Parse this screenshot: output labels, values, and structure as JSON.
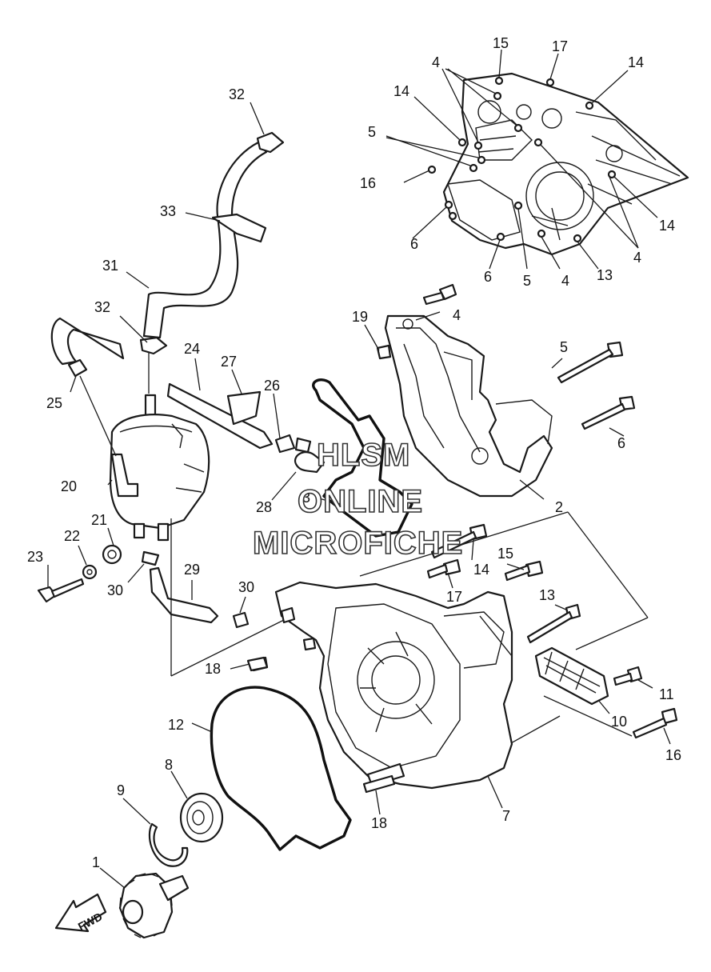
{
  "watermark": {
    "line1": "HLSM",
    "line2": "ONLINE",
    "line3": "MICROFICHE"
  },
  "direction_marker": "FWD",
  "callouts": [
    {
      "id": "c15a",
      "label": "15"
    },
    {
      "id": "c17a",
      "label": "17"
    },
    {
      "id": "c4a",
      "label": "4"
    },
    {
      "id": "c14a",
      "label": "14"
    },
    {
      "id": "c14b",
      "label": "14"
    },
    {
      "id": "c5a",
      "label": "5"
    },
    {
      "id": "c16a",
      "label": "16"
    },
    {
      "id": "c14c",
      "label": "14"
    },
    {
      "id": "c6a",
      "label": "6"
    },
    {
      "id": "c6b",
      "label": "6"
    },
    {
      "id": "c5b",
      "label": "5"
    },
    {
      "id": "c4b",
      "label": "4"
    },
    {
      "id": "c13a",
      "label": "13"
    },
    {
      "id": "c4c",
      "label": "4"
    },
    {
      "id": "c32a",
      "label": "32"
    },
    {
      "id": "c33",
      "label": "33"
    },
    {
      "id": "c31",
      "label": "31"
    },
    {
      "id": "c32b",
      "label": "32"
    },
    {
      "id": "c24",
      "label": "24"
    },
    {
      "id": "c27",
      "label": "27"
    },
    {
      "id": "c25",
      "label": "25"
    },
    {
      "id": "c26",
      "label": "26"
    },
    {
      "id": "c19",
      "label": "19"
    },
    {
      "id": "c4d",
      "label": "4"
    },
    {
      "id": "c5c",
      "label": "5"
    },
    {
      "id": "c6c",
      "label": "6"
    },
    {
      "id": "c20",
      "label": "20"
    },
    {
      "id": "c28",
      "label": "28"
    },
    {
      "id": "c3",
      "label": "3"
    },
    {
      "id": "c2",
      "label": "2"
    },
    {
      "id": "c21",
      "label": "21"
    },
    {
      "id": "c22",
      "label": "22"
    },
    {
      "id": "c23",
      "label": "23"
    },
    {
      "id": "c30a",
      "label": "30"
    },
    {
      "id": "c29",
      "label": "29"
    },
    {
      "id": "c30b",
      "label": "30"
    },
    {
      "id": "c14d",
      "label": "14"
    },
    {
      "id": "c15b",
      "label": "15"
    },
    {
      "id": "c17b",
      "label": "17"
    },
    {
      "id": "c13b",
      "label": "13"
    },
    {
      "id": "c18a",
      "label": "18"
    },
    {
      "id": "c11",
      "label": "11"
    },
    {
      "id": "c10",
      "label": "10"
    },
    {
      "id": "c16b",
      "label": "16"
    },
    {
      "id": "c12",
      "label": "12"
    },
    {
      "id": "c8",
      "label": "8"
    },
    {
      "id": "c9",
      "label": "9"
    },
    {
      "id": "c7",
      "label": "7"
    },
    {
      "id": "c18b",
      "label": "18"
    },
    {
      "id": "c1",
      "label": "1"
    }
  ]
}
